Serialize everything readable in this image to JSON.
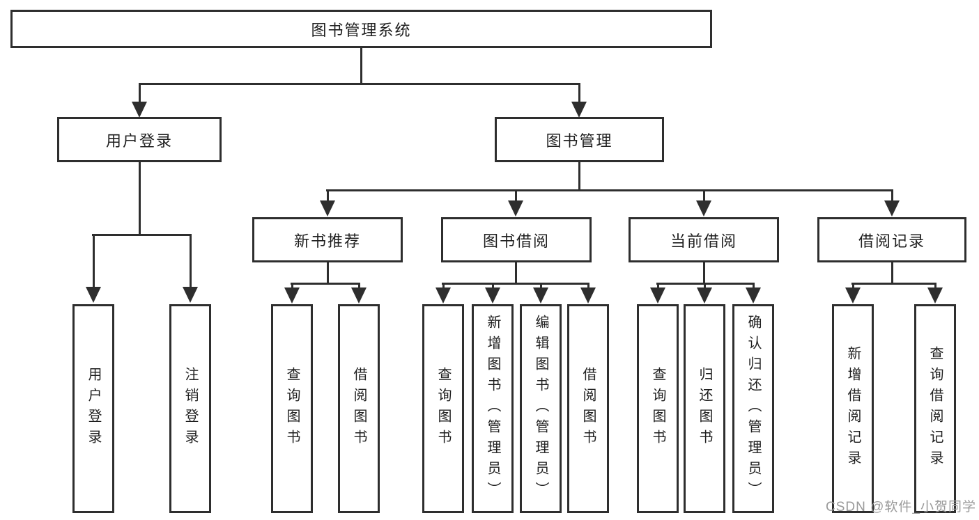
{
  "diagram": {
    "title": "图书管理系统",
    "root": {
      "label": "图书管理系统",
      "children": [
        "用户登录",
        "图书管理"
      ]
    },
    "level2": [
      {
        "label": "用户登录",
        "children": [
          "用户登录",
          "注销登录"
        ]
      },
      {
        "label": "图书管理",
        "children": [
          "新书推荐",
          "图书借阅",
          "当前借阅",
          "借阅记录"
        ]
      }
    ],
    "level3": [
      {
        "label": "新书推荐",
        "children": [
          "查询图书",
          "借阅图书"
        ]
      },
      {
        "label": "图书借阅",
        "children": [
          "查询图书",
          "新增图书（管理员）",
          "编辑图书（管理员）",
          "借阅图书"
        ]
      },
      {
        "label": "当前借阅",
        "children": [
          "查询图书",
          "归还图书",
          "确认归还（管理员）"
        ]
      },
      {
        "label": "借阅记录",
        "children": [
          "新增借阅记录",
          "查询借阅记录"
        ]
      }
    ],
    "leaves": [
      {
        "label": "用户登录",
        "parent": "用户登录"
      },
      {
        "label": "注销登录",
        "parent": "用户登录"
      },
      {
        "label": "查询图书",
        "parent": "新书推荐"
      },
      {
        "label": "借阅图书",
        "parent": "新书推荐"
      },
      {
        "label": "查询图书",
        "parent": "图书借阅"
      },
      {
        "label": "新增图书（管理员）",
        "parent": "图书借阅"
      },
      {
        "label": "编辑图书（管理员）",
        "parent": "图书借阅"
      },
      {
        "label": "借阅图书",
        "parent": "图书借阅"
      },
      {
        "label": "查询图书",
        "parent": "当前借阅"
      },
      {
        "label": "归还图书",
        "parent": "当前借阅"
      },
      {
        "label": "确认归还（管理员）",
        "parent": "当前借阅"
      },
      {
        "label": "新增借阅记录",
        "parent": "借阅记录"
      },
      {
        "label": "查询借阅记录",
        "parent": "借阅记录"
      }
    ],
    "watermark": "CSDN @软件_小贺同学",
    "colors": {
      "line": "#2e2e2e",
      "text": "#1f1f1f",
      "watermark": "#9a9a9a",
      "background": "#ffffff"
    }
  }
}
